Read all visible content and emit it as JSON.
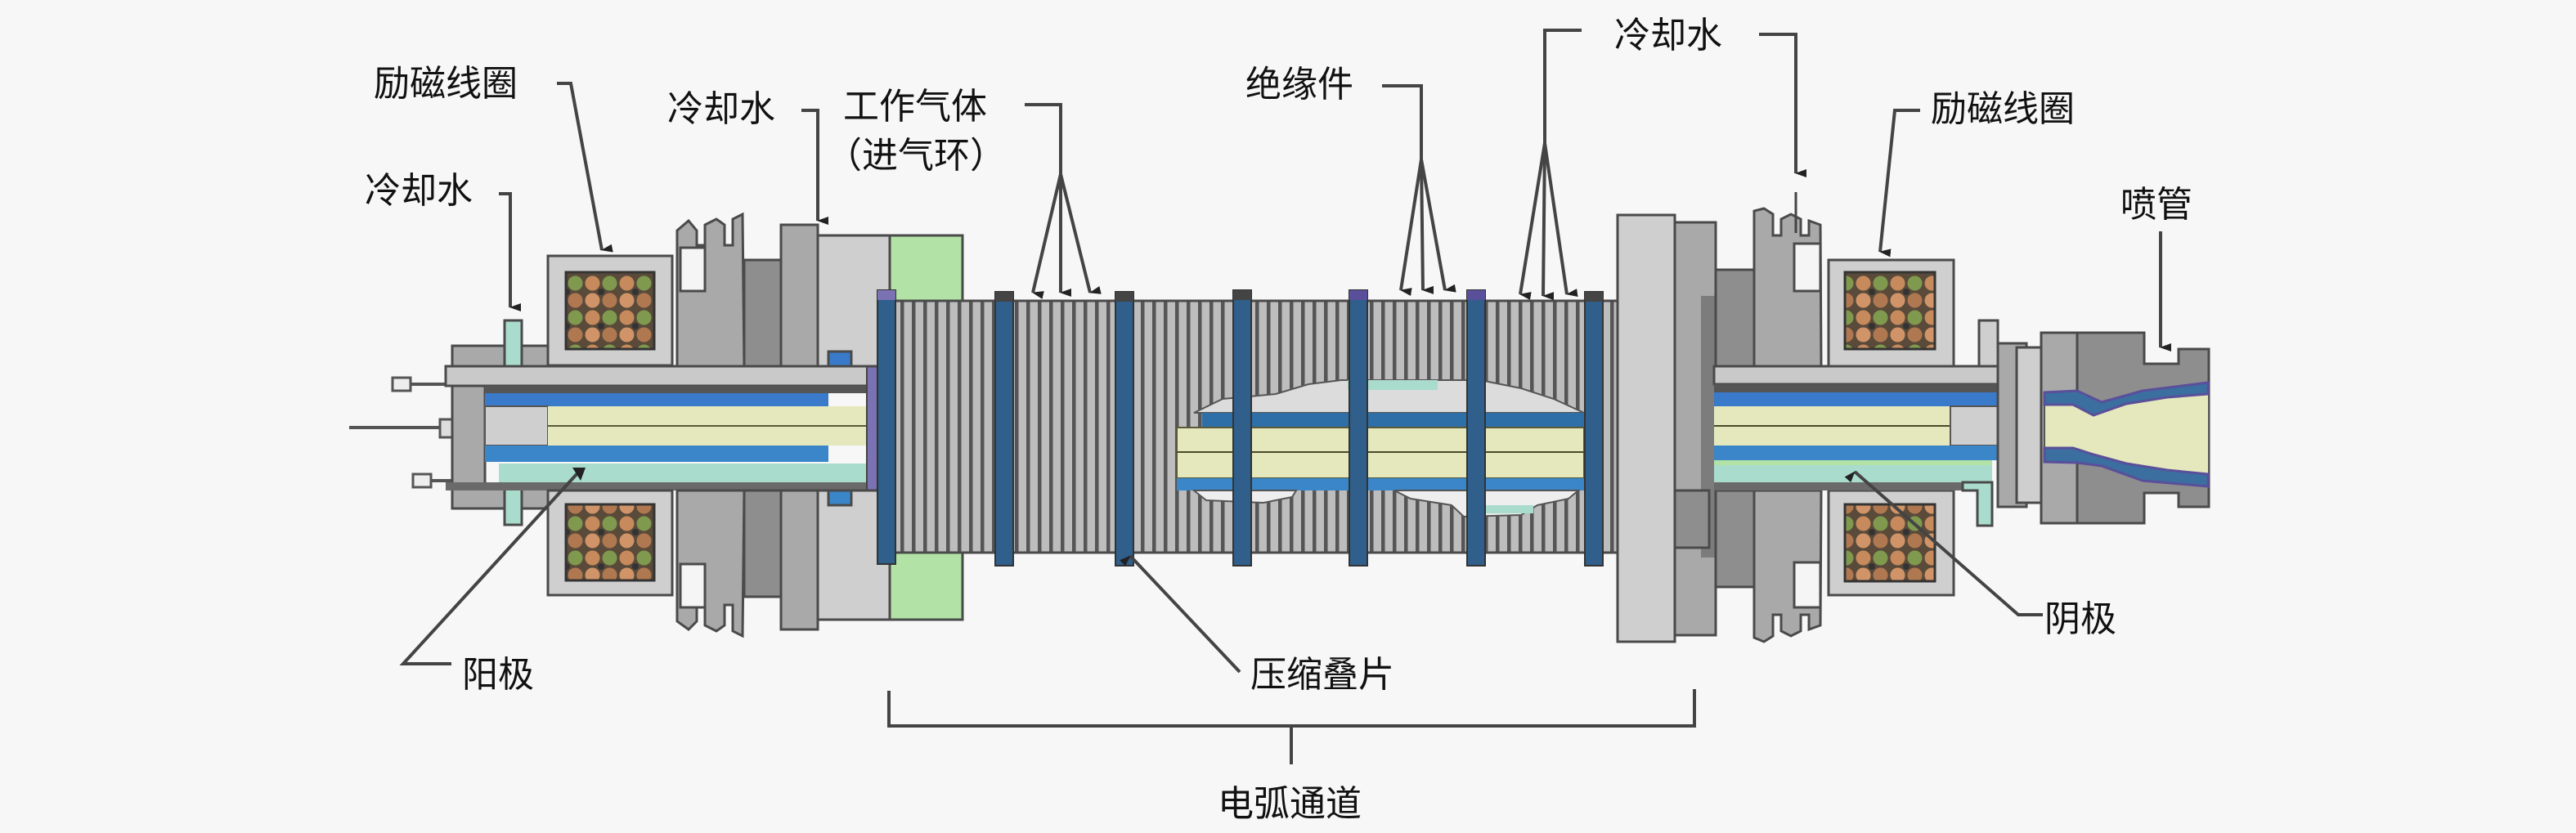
{
  "title": "磁控等离子体发生器结构示意图",
  "labels": {
    "coil_left": "励磁线圈",
    "cooling_left": "冷却水",
    "cooling_mid_left": "冷却水",
    "gas_line1": "工作气体",
    "gas_line2": "（进气环）",
    "insulator": "绝缘件",
    "cooling_top": "冷却水",
    "cooling_right": "冷却水",
    "coil_right": "励磁线圈",
    "nozzle": "喷管",
    "anode": "阳极",
    "laminations": "压缩叠片",
    "arc_channel": "电弧通道",
    "cathode": "阴极"
  },
  "colors": {
    "background": "#f7f7f7",
    "housing": "#a9a9a9",
    "housing_light": "#cfcfcf",
    "housing_dark": "#7c7c7c",
    "lamination_light": "#bdbdbd",
    "lamination_dark": "#555555",
    "rod_blue": "#2f5f8a",
    "electrode_blue": "#3a7acb",
    "plasma_yellow": "#e4e8bc",
    "cooling_teal": "#a9dccd",
    "flange_green": "#b2e2a6",
    "insulator_purple": "#7b72b3",
    "coil_copper": "#c68a5c",
    "coil_green": "#7f9a4e",
    "coil_dark": "#4a3a2a"
  }
}
